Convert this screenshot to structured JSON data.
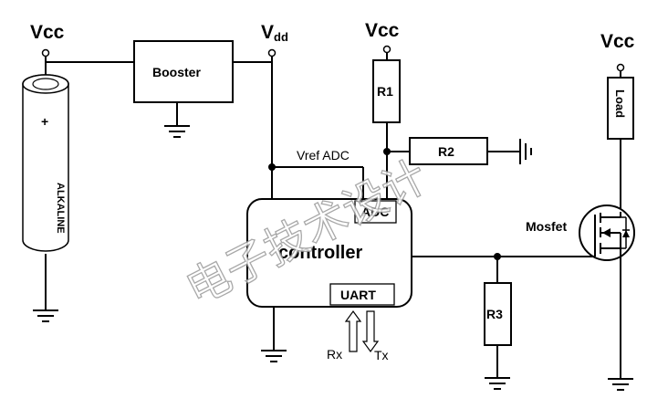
{
  "labels": {
    "vcc_left": "Vcc",
    "vdd_main": "V",
    "vdd_sub": "dd",
    "vcc_mid": "Vcc",
    "vcc_right": "Vcc",
    "booster": "Booster",
    "battery_plus": "+",
    "battery": "ALKALINE",
    "r1": "R1",
    "r2": "R2",
    "r3": "R3",
    "load": "Load",
    "vref": "Vref ADC",
    "adc": "ADC",
    "controller": "controller",
    "uart": "UART",
    "mosfet": "Mosfet",
    "rx": "Rx",
    "tx": "Tx",
    "watermark": "电子技术设计"
  }
}
